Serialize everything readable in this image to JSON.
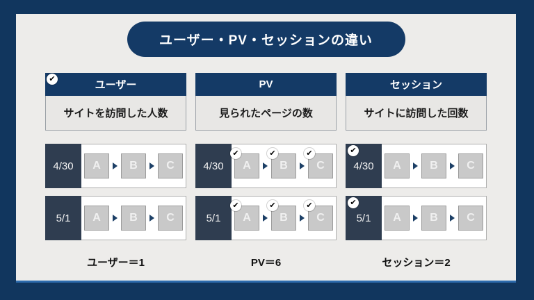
{
  "title": "ユーザー・PV・セッションの違い",
  "check_icon": "✔",
  "colors": {
    "frame_navy": "#11365E",
    "header_navy": "#143A66",
    "date_slate": "#2F3D50",
    "canvas_gray": "#EDECEA",
    "page_gray": "#C9C9C9",
    "bottom_accent_line": "#2D6BAD"
  },
  "columns": [
    {
      "header": "ユーザー",
      "header_check": true,
      "description": "サイトを訪問した人数",
      "rows": [
        {
          "date": "4/30",
          "date_check": false,
          "pages": [
            {
              "letter": "A",
              "check": false
            },
            {
              "letter": "B",
              "check": false
            },
            {
              "letter": "C",
              "check": false
            }
          ]
        },
        {
          "date": "5/1",
          "date_check": false,
          "pages": [
            {
              "letter": "A",
              "check": false
            },
            {
              "letter": "B",
              "check": false
            },
            {
              "letter": "C",
              "check": false
            }
          ]
        }
      ],
      "result": "ユーザー＝1"
    },
    {
      "header": "PV",
      "header_check": false,
      "description": "見られたページの数",
      "rows": [
        {
          "date": "4/30",
          "date_check": false,
          "pages": [
            {
              "letter": "A",
              "check": true
            },
            {
              "letter": "B",
              "check": true
            },
            {
              "letter": "C",
              "check": true
            }
          ]
        },
        {
          "date": "5/1",
          "date_check": false,
          "pages": [
            {
              "letter": "A",
              "check": true
            },
            {
              "letter": "B",
              "check": true
            },
            {
              "letter": "C",
              "check": true
            }
          ]
        }
      ],
      "result": "PV＝6"
    },
    {
      "header": "セッション",
      "header_check": false,
      "description": "サイトに訪問した回数",
      "rows": [
        {
          "date": "4/30",
          "date_check": true,
          "pages": [
            {
              "letter": "A",
              "check": false
            },
            {
              "letter": "B",
              "check": false
            },
            {
              "letter": "C",
              "check": false
            }
          ]
        },
        {
          "date": "5/1",
          "date_check": true,
          "pages": [
            {
              "letter": "A",
              "check": false
            },
            {
              "letter": "B",
              "check": false
            },
            {
              "letter": "C",
              "check": false
            }
          ]
        }
      ],
      "result": "セッション＝2"
    }
  ]
}
